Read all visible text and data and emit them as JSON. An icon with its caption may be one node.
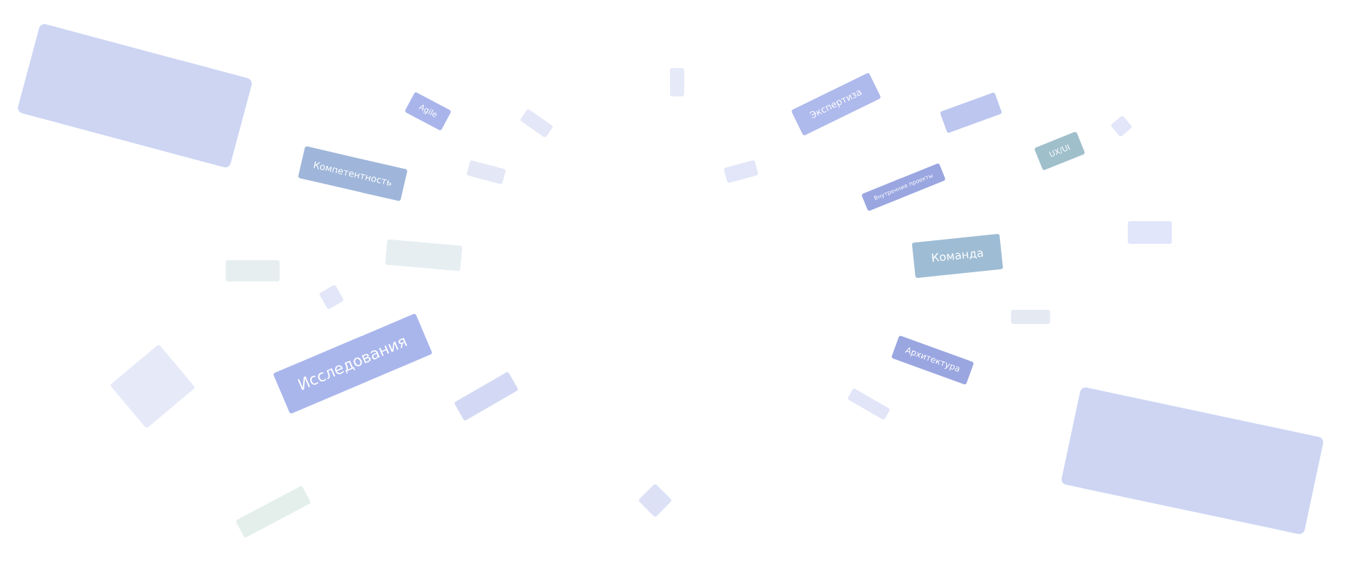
{
  "diagram": {
    "nodes": [
      {
        "text": [
          "Экспертиза"
        ]
      },
      {
        "text": [
          "Agile"
        ]
      },
      {
        "text": [],
        "shape": "box"
      },
      {
        "text": [
          "UX/UI"
        ]
      },
      {
        "text": [
          "Компетентность"
        ]
      },
      {
        "text": [
          "Внутренние проекты"
        ]
      },
      {
        "text": [
          "Команда"
        ]
      },
      {
        "text": [
          "Архитектура"
        ]
      },
      {
        "text": [
          "Исследования"
        ]
      },
      {
        "text": [],
        "shape": "box"
      },
      {
        "text": [],
        "shape": "box"
      },
      {
        "text": [],
        "shape": "box"
      },
      {
        "text": [],
        "shape": "box"
      },
      {
        "text": [],
        "shape": "box"
      },
      {
        "text": [],
        "shape": "box"
      },
      {
        "text": [],
        "shape": "box"
      },
      {
        "text": [],
        "shape": "box"
      },
      {
        "text": [],
        "shape": "box"
      },
      {
        "text": [],
        "shape": "box"
      },
      {
        "text": [],
        "shape": "box"
      },
      {
        "text": [],
        "shape": "box"
      },
      {
        "text": [],
        "shape": "box"
      },
      {
        "text": [],
        "shape": "box"
      },
      {
        "text": [],
        "shape": "box"
      },
      {
        "text": [],
        "shape": "box"
      },
      {
        "text": [],
        "shape": "box"
      }
    ]
  }
}
